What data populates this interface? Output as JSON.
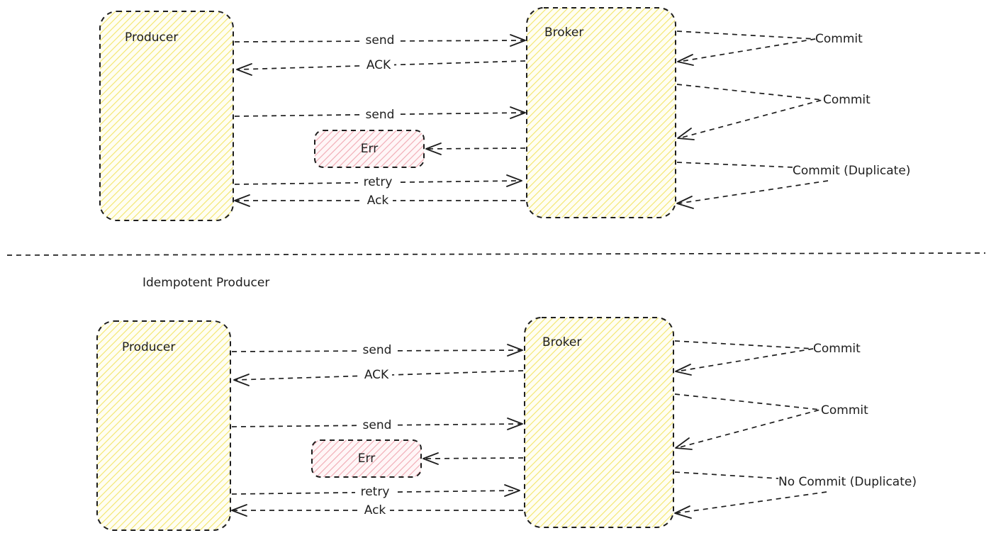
{
  "top": {
    "producer": "Producer",
    "broker": "Broker",
    "send_1": "send",
    "ack_1": "ACK",
    "send_2": "send",
    "err": "Err",
    "retry": "retry",
    "ack_2": "Ack",
    "commit_1": "Commit",
    "commit_2": "Commit",
    "commit_3": "Commit (Duplicate)"
  },
  "bottom": {
    "title": "Idempotent Producer",
    "producer": "Producer",
    "broker": "Broker",
    "send_1": "send",
    "ack_1": "ACK",
    "send_2": "send",
    "err": "Err",
    "retry": "retry",
    "ack_2": "Ack",
    "commit_1": "Commit",
    "commit_2": "Commit",
    "commit_3": "No Commit (Duplicate)"
  },
  "colors": {
    "box_fill": "#f5e663",
    "err_fill": "#f0a4ae",
    "stroke": "#1e1e1e"
  }
}
